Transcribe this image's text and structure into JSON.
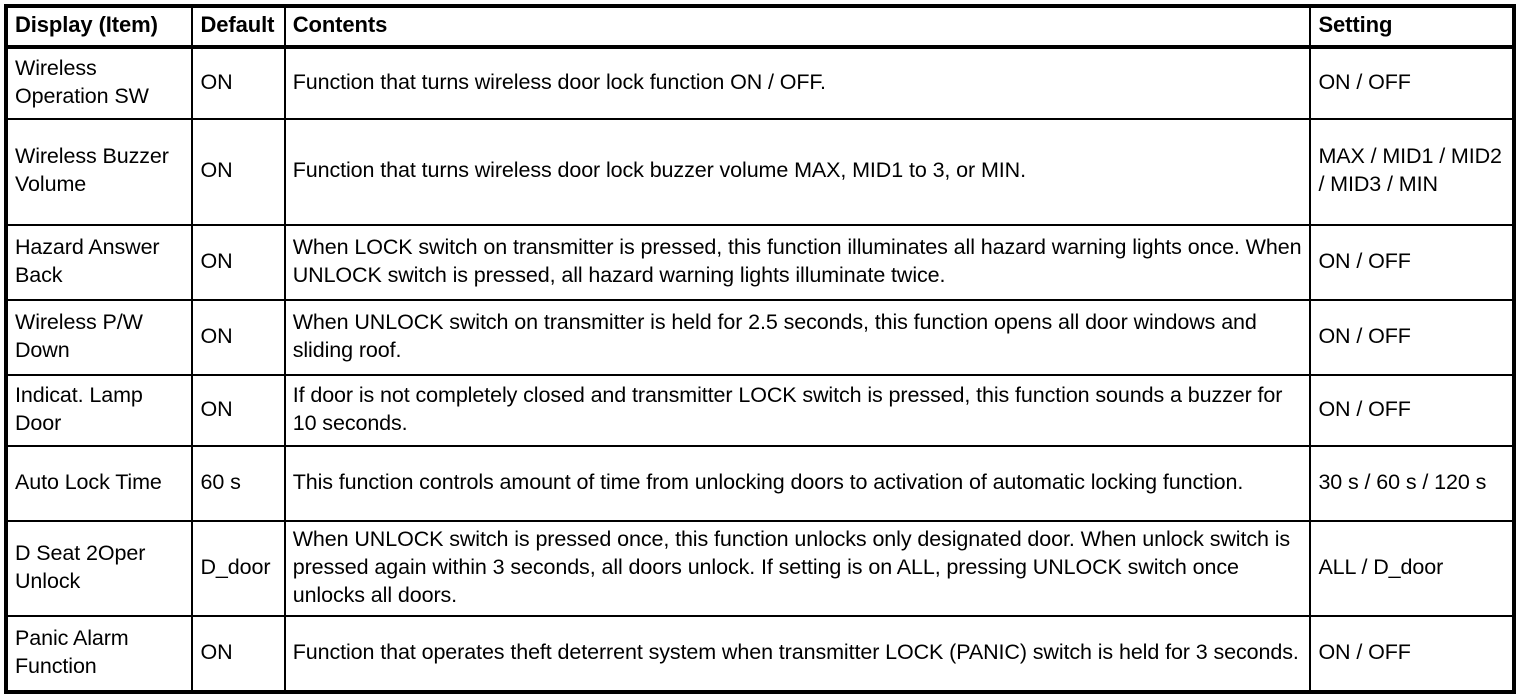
{
  "table": {
    "headers": {
      "item": "Display (Item)",
      "default": "Default",
      "contents": "Contents",
      "setting": "Setting"
    },
    "rows": [
      {
        "item": "Wireless Operation SW",
        "default": "ON",
        "contents": "Function that turns wireless door lock function ON / OFF.",
        "setting": "ON / OFF"
      },
      {
        "item": "Wireless Buzzer Volume",
        "default": "ON",
        "contents": "Function that turns wireless door lock buzzer volume MAX, MID1 to 3, or MIN.",
        "setting": "MAX / MID1 / MID2 / MID3 / MIN"
      },
      {
        "item": "Hazard Answer Back",
        "default": "ON",
        "contents": "When LOCK switch on transmitter is pressed, this function illuminates all hazard warning lights once. When UNLOCK switch is pressed, all hazard warning lights illuminate twice.",
        "setting": "ON / OFF"
      },
      {
        "item": "Wireless P/W Down",
        "default": "ON",
        "contents": "When UNLOCK switch on transmitter is held for 2.5 seconds, this function opens all door windows and sliding roof.",
        "setting": "ON / OFF"
      },
      {
        "item": "Indicat. Lamp Door",
        "default": "ON",
        "contents": "If door is not completely closed and transmitter LOCK switch is pressed, this function sounds a buzzer for 10 seconds.",
        "setting": "ON / OFF"
      },
      {
        "item": "Auto Lock Time",
        "default": "60 s",
        "contents": "This function controls amount of time from unlocking doors to activation of automatic locking function.",
        "setting": "30 s / 60 s / 120 s"
      },
      {
        "item": "D Seat 2Oper Unlock",
        "default": "D_door",
        "contents": "When UNLOCK switch is pressed once, this function unlocks only designated door. When unlock switch is pressed again within 3 seconds, all doors unlock. If setting is on ALL, pressing UNLOCK switch once unlocks all doors.",
        "setting": "ALL / D_door"
      },
      {
        "item": "Panic Alarm Function",
        "default": "ON",
        "contents": "Function that operates theft deterrent system when transmitter LOCK (PANIC) switch is held for 3 seconds.",
        "setting": "ON / OFF"
      }
    ]
  },
  "colors": {
    "border": "#000000",
    "text": "#000000",
    "background": "#ffffff"
  }
}
